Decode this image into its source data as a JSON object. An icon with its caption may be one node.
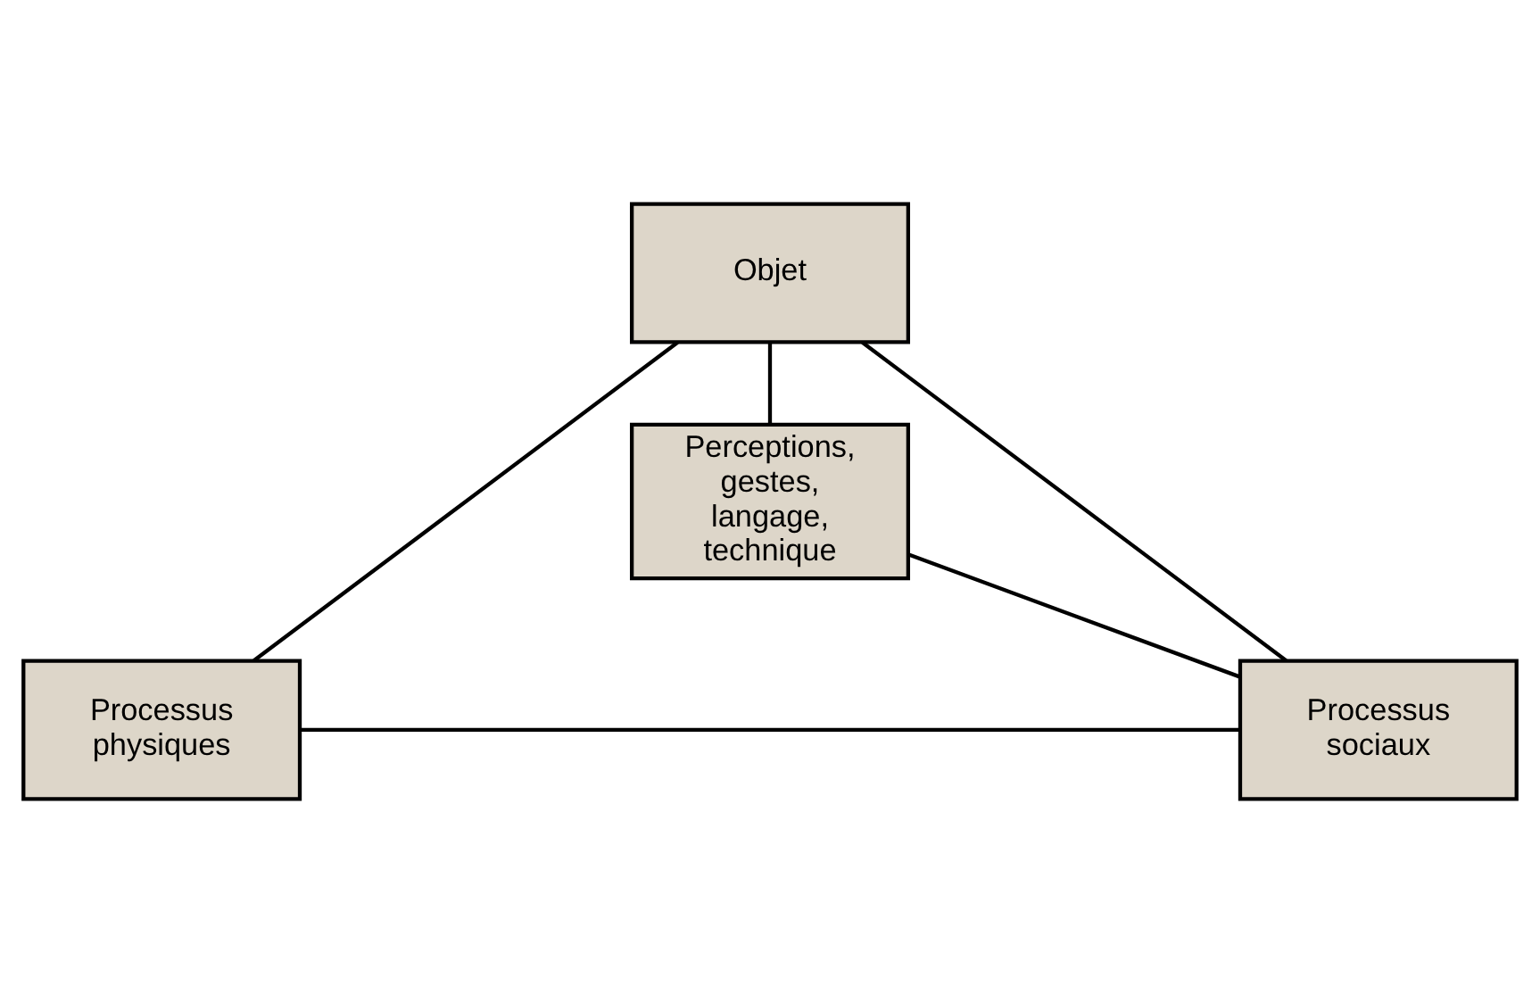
{
  "diagram": {
    "nodes": [
      {
        "text": [
          "Objet"
        ]
      },
      {
        "text": [
          "Perceptions, gestes, langage, technique"
        ]
      },
      {
        "text": [
          "Processus physiques"
        ]
      },
      {
        "text": [
          "Processus sociaux"
        ]
      }
    ],
    "edges": [
      {
        "from": 0,
        "to": 1,
        "arrow": "none"
      },
      {
        "from": 0,
        "to": 2,
        "arrow": "none"
      },
      {
        "from": 0,
        "to": 3,
        "arrow": "none"
      },
      {
        "from": 1,
        "to": 3,
        "arrow": "none"
      },
      {
        "from": 2,
        "to": 3,
        "arrow": "none"
      }
    ]
  }
}
